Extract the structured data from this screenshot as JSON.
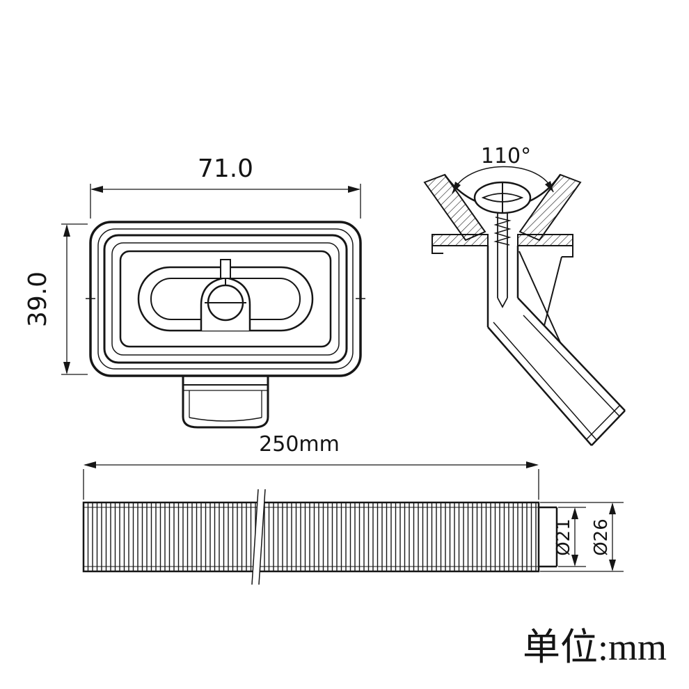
{
  "drawing": {
    "front_view": {
      "width_label": "71.0",
      "height_label": "39.0"
    },
    "side_view": {
      "angle_label": "110°"
    },
    "hose_view": {
      "length_label": "250mm",
      "inner_diameter_label": "Ø21",
      "outer_diameter_label": "Ø26"
    },
    "unit_label": "单位:mm",
    "colors": {
      "line": "#161616",
      "background": "#ffffff"
    }
  }
}
